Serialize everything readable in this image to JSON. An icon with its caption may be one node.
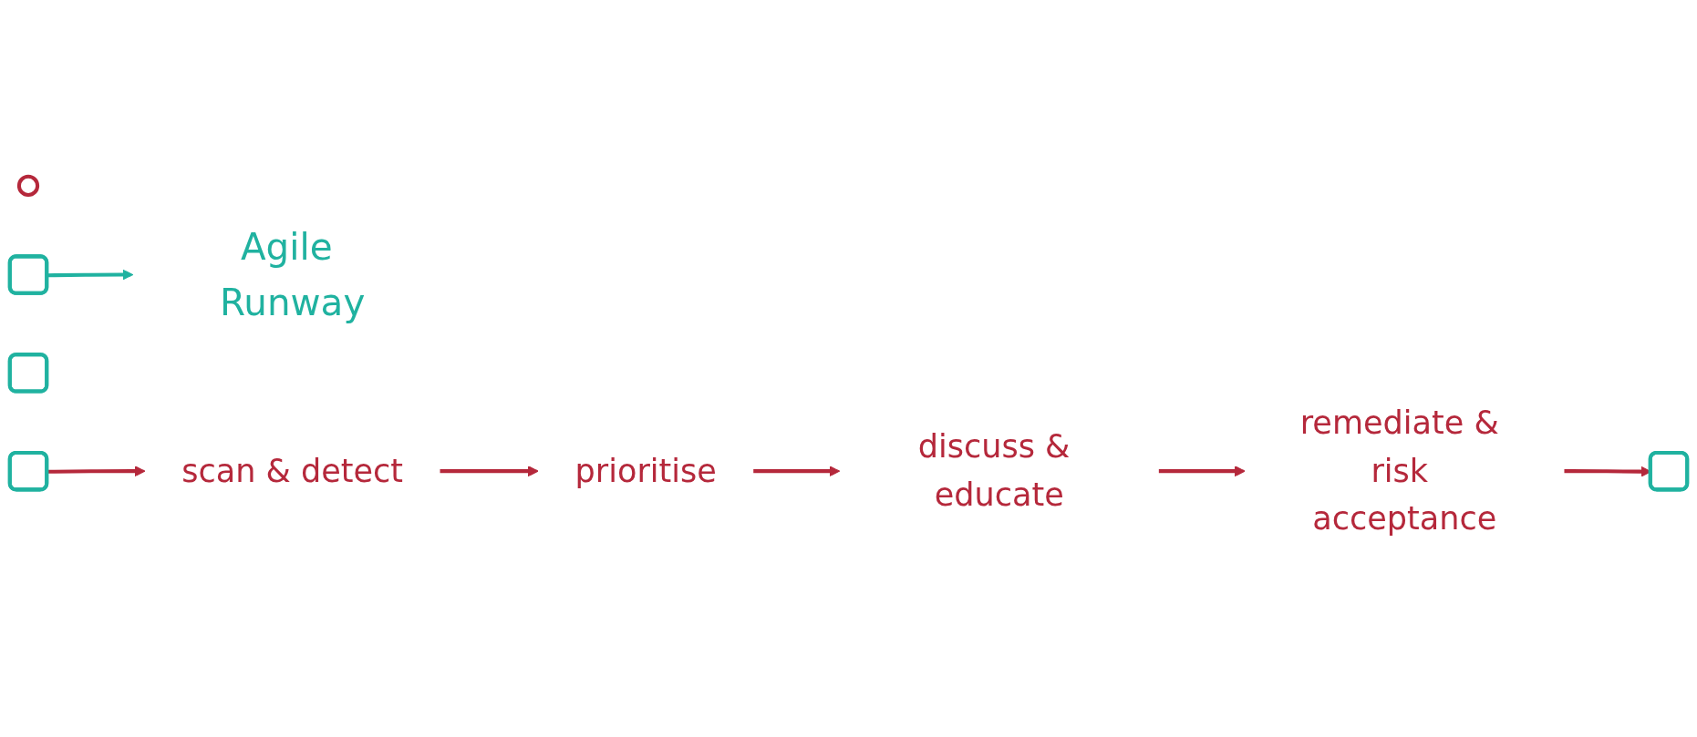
{
  "diagram": {
    "nodes": [
      {
        "text": [],
        "shape": "person"
      },
      {
        "text": [],
        "shape": "box"
      },
      {
        "text": [],
        "shape": "box"
      },
      {
        "text": [],
        "shape": "box"
      },
      {
        "text": [],
        "shape": "box"
      },
      {
        "text": [
          "Agile Runway"
        ]
      },
      {
        "text": [
          "remediate & risk acceptance"
        ]
      },
      {
        "text": [
          "scan & detect"
        ]
      },
      {
        "text": [
          "prioritise"
        ]
      },
      {
        "text": [
          "discuss & educate"
        ]
      }
    ],
    "edges": [
      {
        "from": 4,
        "to": 5,
        "arrow": "to",
        "color": "#20b2a0"
      },
      {
        "from": 2,
        "to": 7,
        "arrow": "to"
      },
      {
        "from": 7,
        "to": 8,
        "arrow": "to"
      },
      {
        "from": 8,
        "to": 9,
        "arrow": "to"
      },
      {
        "from": 9,
        "to": 6,
        "arrow": "to"
      },
      {
        "from": 6,
        "to": 1,
        "arrow": "to"
      }
    ]
  }
}
